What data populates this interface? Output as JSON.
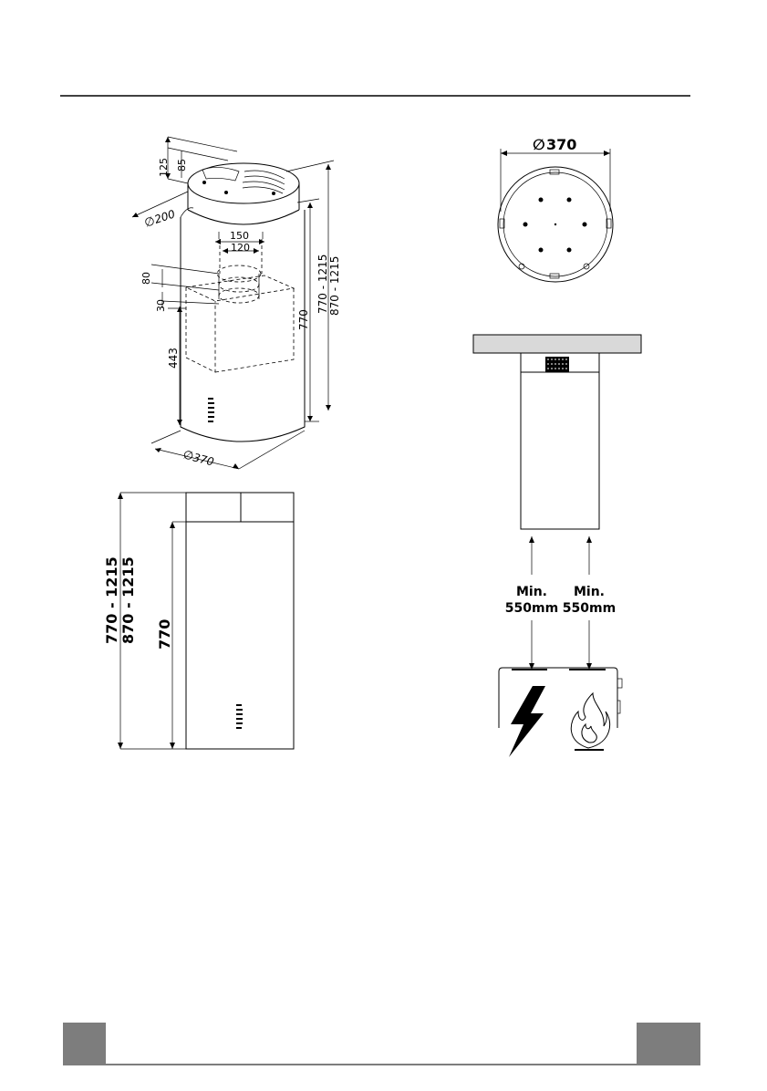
{
  "iso_view": {
    "dim_125": "125",
    "dim_85": "85",
    "dim_diam_200": "200",
    "dim_150": "150",
    "dim_120": "120",
    "dim_80": "80",
    "dim_30": "30",
    "dim_443": "443",
    "dim_770": "770",
    "dim_range_a": "770 - 1215",
    "dim_range_b": "870 - 1215",
    "dim_diam_370": "370"
  },
  "side_view": {
    "dim_range_a": "770 - 1215",
    "dim_range_b": "870 - 1215",
    "dim_770": "770"
  },
  "top_view": {
    "dim_diam_370": "370"
  },
  "clearance_view": {
    "left_label_1": "Min.",
    "left_label_2": "550mm",
    "right_label_1": "Min.",
    "right_label_2": "550mm"
  },
  "symbols": {
    "diameter": "∅",
    "electric": "lightning-icon",
    "gas": "flame-icon"
  },
  "colors": {
    "footer_block": "#7d7d7d",
    "ceiling": "#d9d9d9"
  }
}
